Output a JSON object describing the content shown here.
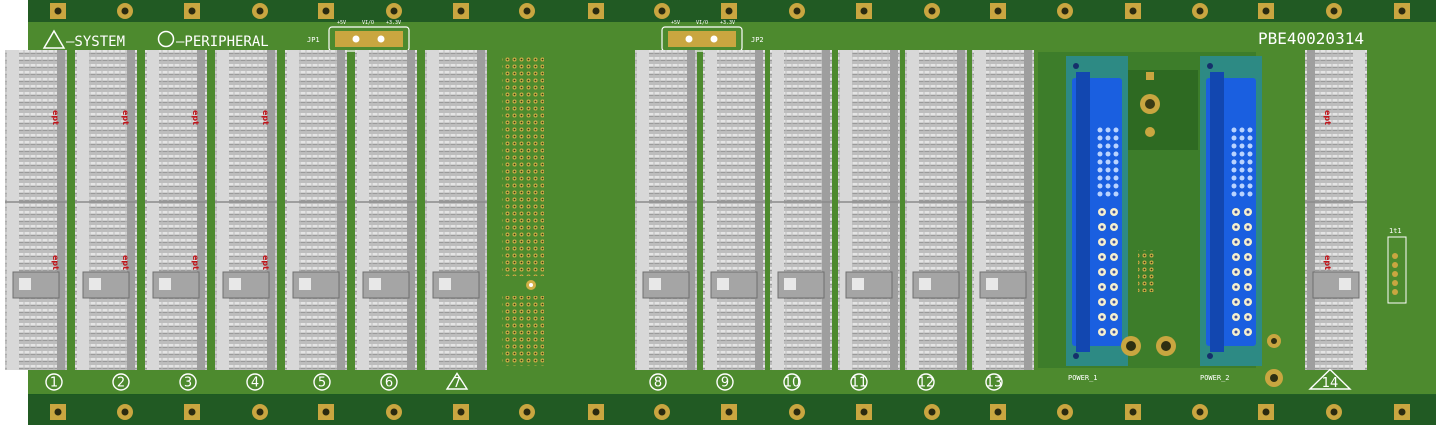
{
  "board": {
    "part_number": "PBE40020314",
    "legend_system": "—SYSTEM",
    "legend_peripheral": "—PERIPHERAL",
    "colors": {
      "pcb": "#1f5a22",
      "pcb_light": "#4d8a2e",
      "pad": "#c9a640",
      "silk": "#ffffff",
      "connector_gray": "#c8c8c8",
      "power_blue": "#1a5fe0"
    }
  },
  "jumpers": [
    {
      "label": "JP1",
      "pins": [
        "+5V",
        "VI/O",
        "+3.3V"
      ]
    },
    {
      "label": "JP2",
      "pins": [
        "+5V",
        "VI/O",
        "+3.3V"
      ]
    }
  ],
  "slots": [
    {
      "num": "1",
      "shape": "circle"
    },
    {
      "num": "2",
      "shape": "circle"
    },
    {
      "num": "3",
      "shape": "circle"
    },
    {
      "num": "4",
      "shape": "circle"
    },
    {
      "num": "5",
      "shape": "circle"
    },
    {
      "num": "6",
      "shape": "circle"
    },
    {
      "num": "7",
      "shape": "triangle"
    },
    {
      "num": "8",
      "shape": "circle"
    },
    {
      "num": "9",
      "shape": "circle"
    },
    {
      "num": "10",
      "shape": "circle"
    },
    {
      "num": "11",
      "shape": "circle"
    },
    {
      "num": "12",
      "shape": "circle"
    },
    {
      "num": "13",
      "shape": "circle"
    },
    {
      "num": "14",
      "shape": "triangle"
    }
  ],
  "connector_brand": "ept",
  "power": [
    {
      "label": "POWER_1"
    },
    {
      "label": "POWER_2"
    }
  ],
  "side_header_label": "1t1"
}
